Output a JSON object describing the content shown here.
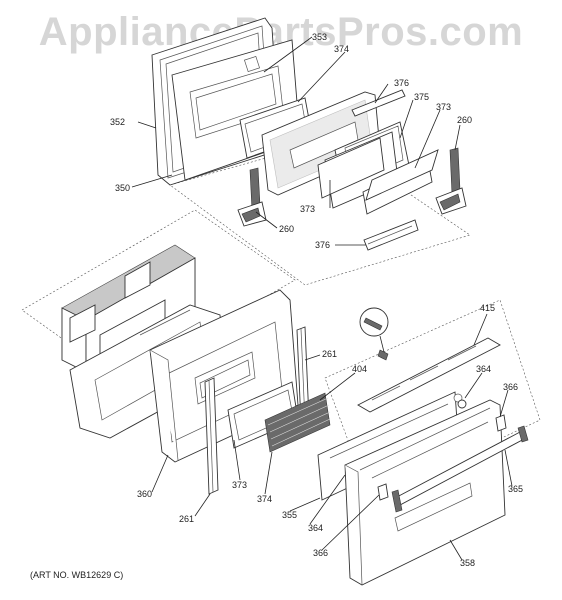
{
  "watermark": "AppliancePartsPros.com",
  "art_number": "(ART NO. WB12629 C)",
  "callouts": {
    "c353": "353",
    "c374a": "374",
    "c376a": "376",
    "c375": "375",
    "c373a": "373",
    "c260a": "260",
    "c352": "352",
    "c350": "350",
    "c373b": "373",
    "c260b": "260",
    "c376b": "376",
    "c415": "415",
    "c261a": "261",
    "c404": "404",
    "c364a": "364",
    "c366a": "366",
    "c360": "360",
    "c373c": "373",
    "c374b": "374",
    "c355": "355",
    "c364b": "364",
    "c365": "365",
    "c261b": "261",
    "c366b": "366",
    "c358": "358"
  }
}
